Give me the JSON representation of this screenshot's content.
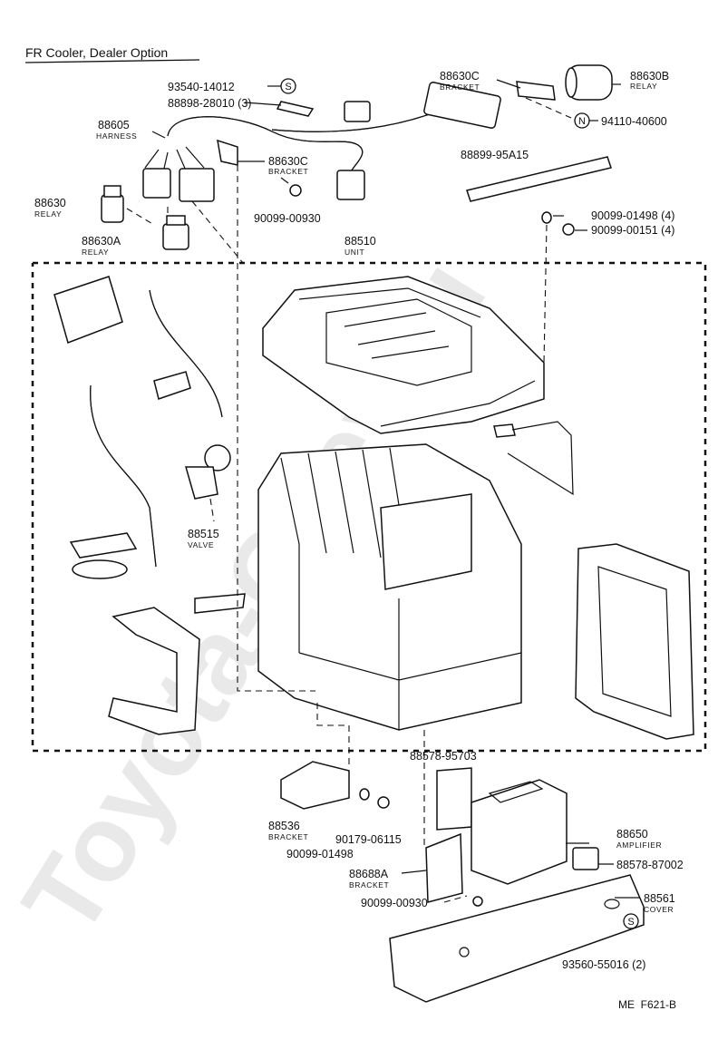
{
  "header": {
    "title": "FR Cooler, Dealer Option"
  },
  "watermark": "Toyota-Chev.ru",
  "footer": {
    "code": "ME  F621-B"
  },
  "symbols": {
    "s": "S",
    "n": "N"
  },
  "labels": [
    {
      "id": "l1",
      "number": "93540-14012",
      "name": ""
    },
    {
      "id": "l2",
      "number": "88898-28010 (3)",
      "name": ""
    },
    {
      "id": "l3",
      "number": "88605",
      "name": "HARNESS"
    },
    {
      "id": "l4",
      "number": "88630C",
      "name": "BRACKET"
    },
    {
      "id": "l5",
      "number": "88630B",
      "name": "RELAY"
    },
    {
      "id": "l6",
      "number": "94110-40600",
      "name": ""
    },
    {
      "id": "l7",
      "number": "88630C",
      "name": "BRACKET"
    },
    {
      "id": "l8",
      "number": "88899-95A15",
      "name": ""
    },
    {
      "id": "l9",
      "number": "88630",
      "name": "RELAY"
    },
    {
      "id": "l10",
      "number": "90099-00930",
      "name": ""
    },
    {
      "id": "l11",
      "number": "90099-01498 (4)",
      "name": ""
    },
    {
      "id": "l12",
      "number": "90099-00151 (4)",
      "name": ""
    },
    {
      "id": "l13",
      "number": "88630A",
      "name": "RELAY"
    },
    {
      "id": "l14",
      "number": "88510",
      "name": "UNIT"
    },
    {
      "id": "l15",
      "number": "88515",
      "name": "VALVE"
    },
    {
      "id": "l16",
      "number": "88578-95703",
      "name": ""
    },
    {
      "id": "l17",
      "number": "88650",
      "name": "AMPLIFIER"
    },
    {
      "id": "l18",
      "number": "88536",
      "name": "BRACKET"
    },
    {
      "id": "l19",
      "number": "90179-06115",
      "name": ""
    },
    {
      "id": "l20",
      "number": "88578-87002",
      "name": ""
    },
    {
      "id": "l21",
      "number": "90099-01498",
      "name": ""
    },
    {
      "id": "l22",
      "number": "88688A",
      "name": "BRACKET"
    },
    {
      "id": "l23",
      "number": "88561",
      "name": "COVER"
    },
    {
      "id": "l24",
      "number": "90099-00930",
      "name": ""
    },
    {
      "id": "l25",
      "number": "93560-55016 (2)",
      "name": ""
    }
  ]
}
